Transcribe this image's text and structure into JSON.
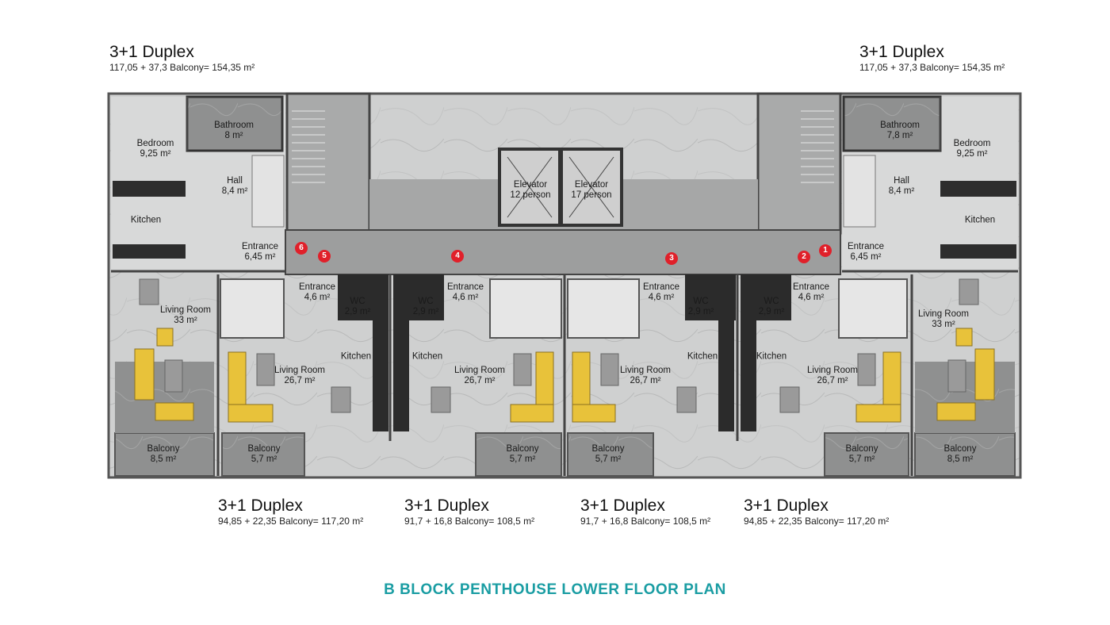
{
  "units_top": [
    {
      "title": "3+1 Duplex",
      "area": "117,05 + 37,3 Balcony= 154,35 m²"
    },
    {
      "title": "3+1 Duplex",
      "area": "117,05 + 37,3 Balcony= 154,35 m²"
    }
  ],
  "units_bottom": [
    {
      "title": "3+1 Duplex",
      "area": "94,85 + 22,35 Balcony= 117,20 m²"
    },
    {
      "title": "3+1 Duplex",
      "area": "91,7 + 16,8 Balcony= 108,5 m²"
    },
    {
      "title": "3+1 Duplex",
      "area": "91,7 + 16,8 Balcony= 108,5 m²"
    },
    {
      "title": "3+1 Duplex",
      "area": "94,85 + 22,35 Balcony= 117,20 m²"
    }
  ],
  "rooms": [
    {
      "name": "Bathroom",
      "area": "8 m²"
    },
    {
      "name": "Bedroom",
      "area": "9,25 m²"
    },
    {
      "name": "Hall",
      "area": "8,4 m²"
    },
    {
      "name": "Kitchen",
      "area": ""
    },
    {
      "name": "Entrance",
      "area": "6,45 m²"
    },
    {
      "name": "Living Room",
      "area": "33 m²"
    },
    {
      "name": "Balcony",
      "area": "8,5 m²"
    },
    {
      "name": "Balcony",
      "area": "5,7 m²"
    },
    {
      "name": "Entrance",
      "area": "4,6 m²"
    },
    {
      "name": "WC",
      "area": "2,9 m²"
    },
    {
      "name": "Kitchen",
      "area": ""
    },
    {
      "name": "Living Room",
      "area": "26,7 m²"
    },
    {
      "name": "WC",
      "area": "2,9 m²"
    },
    {
      "name": "Kitchen",
      "area": ""
    },
    {
      "name": "Entrance",
      "area": "4,6 m²"
    },
    {
      "name": "Living Room",
      "area": "26,7 m²"
    },
    {
      "name": "Balcony",
      "area": "5,7 m²"
    },
    {
      "name": "Elevator",
      "area": "12 person"
    },
    {
      "name": "Elevator",
      "area": "17 person"
    },
    {
      "name": "Living Room",
      "area": "26,7 m²"
    },
    {
      "name": "Entrance",
      "area": "4,6 m²"
    },
    {
      "name": "Balcony",
      "area": "5,7 m²"
    },
    {
      "name": "WC",
      "area": "2,9 m²"
    },
    {
      "name": "Kitchen",
      "area": ""
    },
    {
      "name": "WC",
      "area": "2,9 m²"
    },
    {
      "name": "Kitchen",
      "area": ""
    },
    {
      "name": "Entrance",
      "area": "4,6 m²"
    },
    {
      "name": "Living Room",
      "area": "26,7 m²"
    },
    {
      "name": "Balcony",
      "area": "5,7 m²"
    },
    {
      "name": "Bathroom",
      "area": "7,8 m²"
    },
    {
      "name": "Bedroom",
      "area": "9,25 m²"
    },
    {
      "name": "Hall",
      "area": "8,4 m²"
    },
    {
      "name": "Kitchen",
      "area": ""
    },
    {
      "name": "Entrance",
      "area": "6,45 m²"
    },
    {
      "name": "Living Room",
      "area": "33 m²"
    },
    {
      "name": "Balcony",
      "area": "8,5 m²"
    }
  ],
  "markers": [
    "1",
    "2",
    "3",
    "4",
    "5",
    "6"
  ],
  "plan_title": "B BLOCK PENTHOUSE LOWER FLOOR PLAN",
  "colors": {
    "title": "#1a9da3",
    "marker": "#e0202a",
    "floor": "#d9d9d9",
    "wall": "#3a3a3a",
    "sofa": "#e8c23a"
  }
}
